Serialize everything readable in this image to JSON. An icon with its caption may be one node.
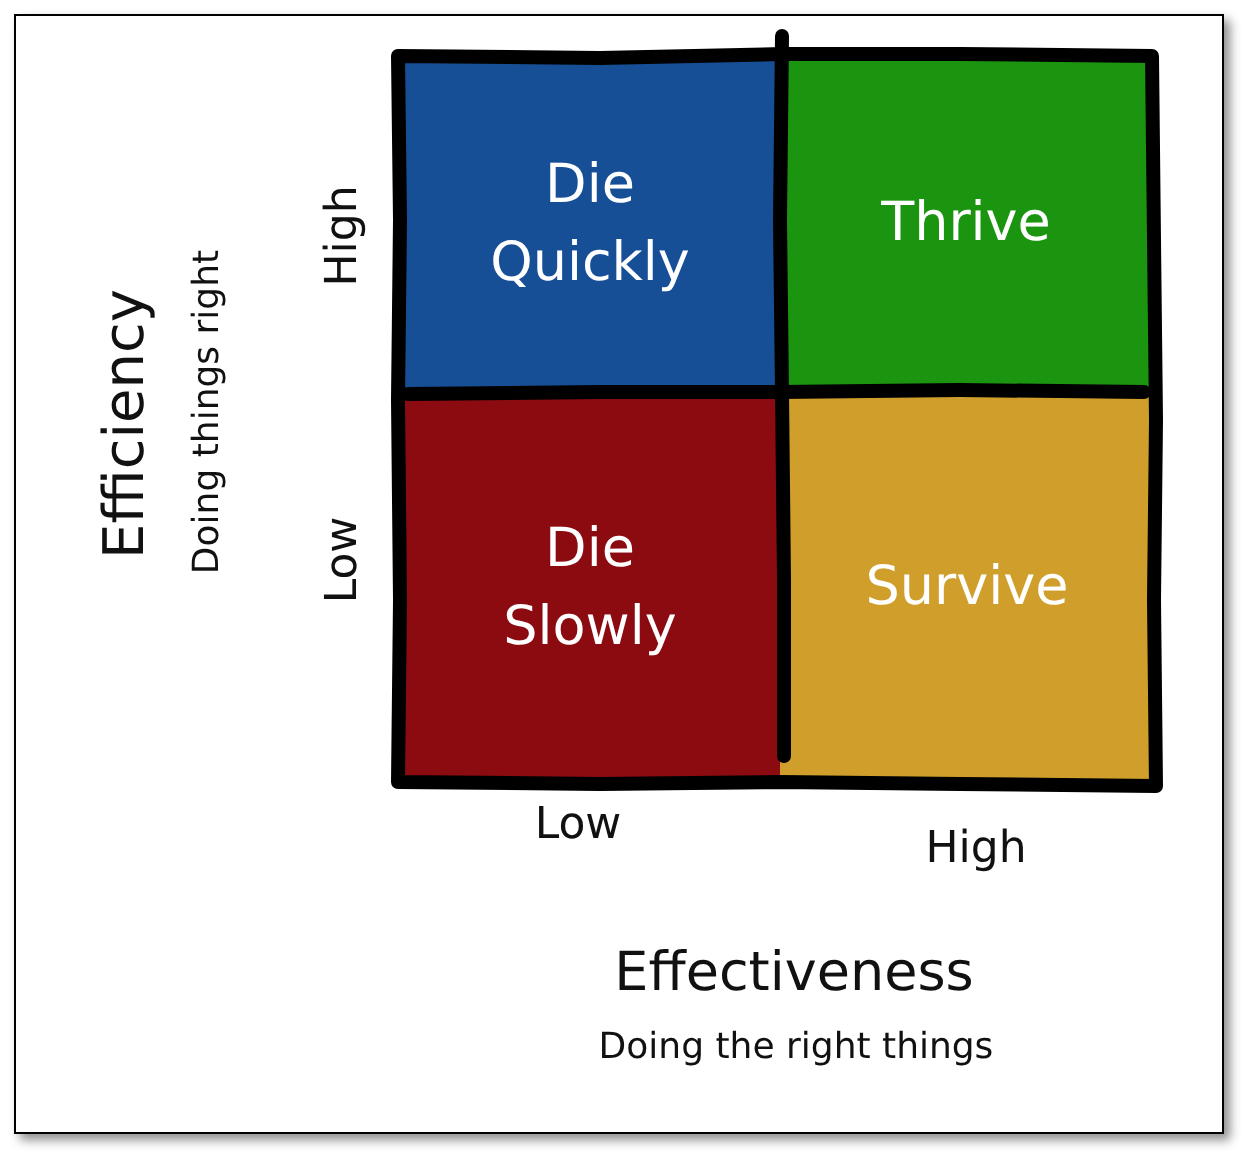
{
  "diagram": {
    "nodes": [
      {
        "text": [
          "Die Quickly"
        ]
      },
      {
        "text": [
          "Thrive"
        ]
      },
      {
        "text": [
          "Die Slowly"
        ]
      },
      {
        "text": [
          "Survive"
        ]
      }
    ],
    "labels": [
      "Efficiency",
      "Doing things right",
      "High",
      "Low",
      "Low",
      "High",
      "Effectiveness",
      "Doing the right things"
    ]
  }
}
